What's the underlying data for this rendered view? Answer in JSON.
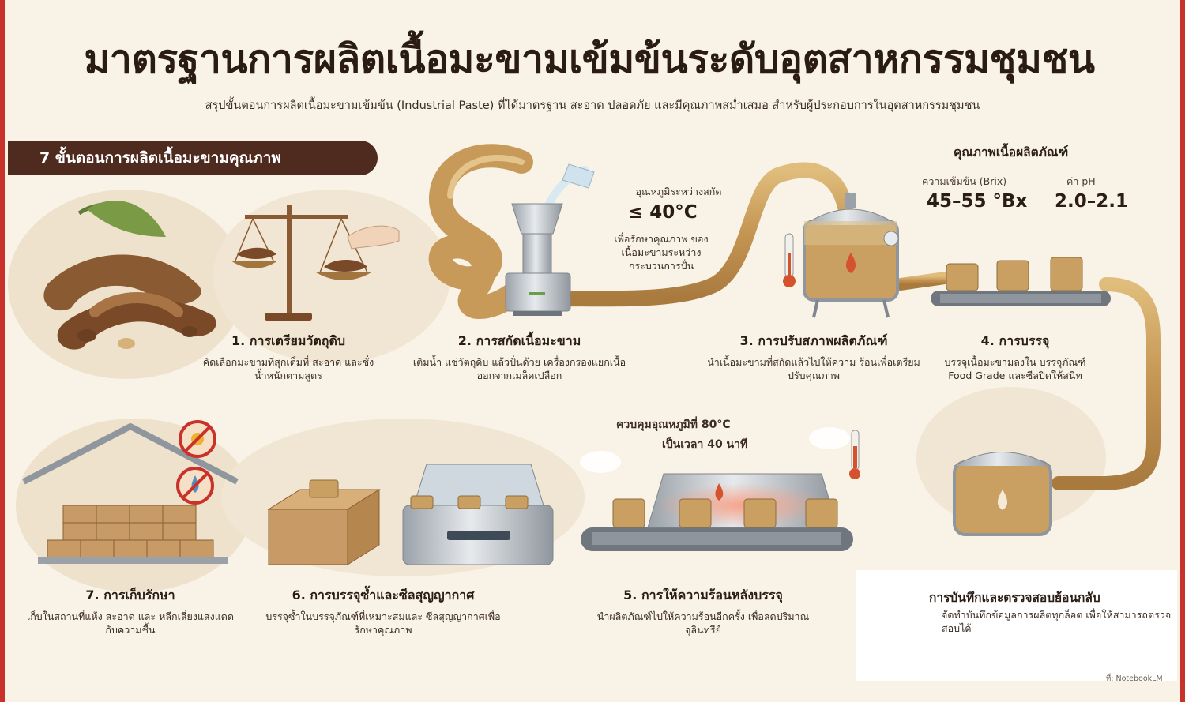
{
  "title": "มาตรฐานการผลิตเนื้อมะขามเข้มข้นระดับอุตสาหกรรมชุมชน",
  "subtitle": "สรุปขั้นตอนการผลิตเนื้อมะขามเข้มข้น (Industrial Paste) ที่ได้มาตรฐาน สะอาด ปลอดภัย และมีคุณภาพสม่ำเสมอ สำหรับผู้ประกอบการในอุตสาหกรรมชุมชน",
  "section_label": "7 ขั้นตอนการผลิตเนื้อมะขามคุณภาพ",
  "quality": {
    "title": "คุณภาพเนื้อผลิตภัณฑ์",
    "brix_label": "ความเข้มข้น (Brix)",
    "brix_value": "45–55 °Bx",
    "ph_label": "ค่า pH",
    "ph_value": "2.0–2.1"
  },
  "extraction_note": {
    "label": "อุณหภูมิระหว่างสกัด",
    "value": "≤ 40°C",
    "desc": "เพื่อรักษาคุณภาพ ของเนื้อมะขามระหว่าง กระบวนการปั่น"
  },
  "heat_note": {
    "line1": "ควบคุมอุณหภูมิที่ 80°C",
    "line2": "เป็นเวลา 40 นาที"
  },
  "steps": [
    {
      "title": "1. การเตรียมวัตถุดิบ",
      "desc": "คัดเลือกมะขามที่สุกเต็มที่ สะอาด และชั่งน้ำหนักตามสูตร"
    },
    {
      "title": "2. การสกัดเนื้อมะขาม",
      "desc": "เติมน้ำ แช่วัตถุดิบ แล้วปั่นด้วย เครื่องกรองแยกเนื้อออกจากเมล็ดเปลือก"
    },
    {
      "title": "3. การปรับสภาพผลิตภัณฑ์",
      "desc": "นำเนื้อมะขามที่สกัดแล้วไปให้ความ ร้อนเพื่อเตรียมปรับคุณภาพ"
    },
    {
      "title": "4. การบรรจุ",
      "desc": "บรรจุเนื้อมะขามลงใน บรรจุภัณฑ์ Food Grade และซีลปิดให้สนิท"
    },
    {
      "title": "5. การให้ความร้อนหลังบรรจุ",
      "desc": "นำผลิตภัณฑ์ไปให้ความร้อนอีกครั้ง เพื่อลดปริมาณจุลินทรีย์"
    },
    {
      "title": "6. การบรรจุซ้ำและซีลสุญญากาศ",
      "desc": "บรรจุซ้ำในบรรจุภัณฑ์ที่เหมาะสมและ ซีลสุญญากาศเพื่อรักษาคุณภาพ"
    },
    {
      "title": "7. การเก็บรักษา",
      "desc": "เก็บในสถานที่แห้ง สะอาด และ หลีกเลี่ยงแสงแดดกับความชื้น"
    }
  ],
  "record": {
    "title": "การบันทึกและตรวจสอบย้อนกลับ",
    "desc": "จัดทำบันทึกข้อมูลการผลิตทุกล็อต เพื่อให้สามารถตรวจสอบได้"
  },
  "credit": "ที่: NotebookLM",
  "colors": {
    "background": "#f8f2e7",
    "pill": "#4e2a1f",
    "paste": "#c9a062",
    "steel": "#b9bec4",
    "accent_red": "#c9312b"
  },
  "icons": {
    "no_sun": "sun-prohibited-icon",
    "no_moisture": "water-drop-prohibited-icon",
    "thermometer": "thermometer-icon",
    "clipboard": "clipboard-icon",
    "flame": "flame-icon"
  }
}
